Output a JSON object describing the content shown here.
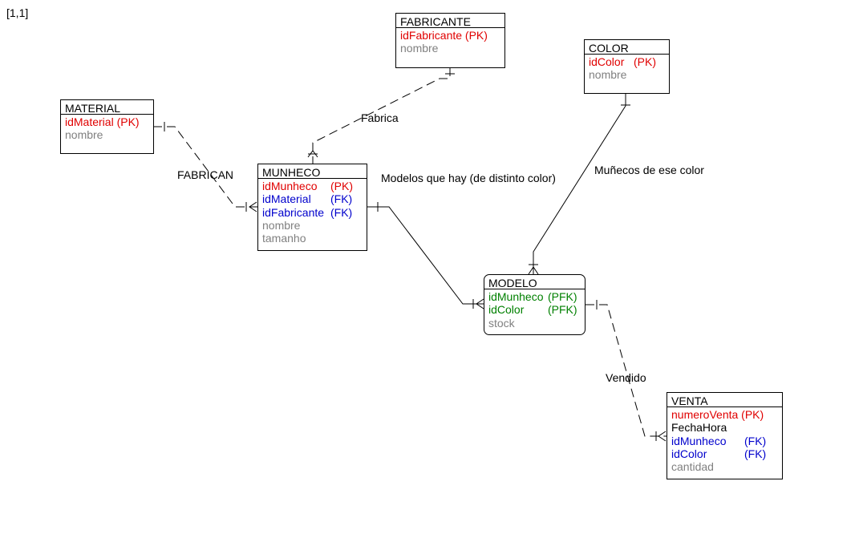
{
  "corner_label": "[1,1]",
  "colors": {
    "pk": "#e00000",
    "fk": "#0000cc",
    "pfk": "#008000",
    "plain": "#000000",
    "muted": "#808080",
    "line": "#000000"
  },
  "entities": {
    "fabricante": {
      "title": "FABRICANTE",
      "attributes": [
        {
          "name": "idFabricante (PK)",
          "key": "",
          "type": "pk"
        },
        {
          "name": "nombre",
          "key": "",
          "type": "muted"
        }
      ]
    },
    "color": {
      "title": "COLOR",
      "attributes": [
        {
          "name": "idColor",
          "key": "(PK)",
          "type": "pk"
        },
        {
          "name": "nombre",
          "key": "",
          "type": "muted"
        }
      ]
    },
    "material": {
      "title": "MATERIAL",
      "attributes": [
        {
          "name": "idMaterial (PK)",
          "key": "",
          "type": "pk"
        },
        {
          "name": "nombre",
          "key": "",
          "type": "muted"
        }
      ]
    },
    "munheco": {
      "title": "MUNHECO",
      "attributes": [
        {
          "name": "idMunheco",
          "key": "(PK)",
          "type": "pk"
        },
        {
          "name": "idMaterial",
          "key": "(FK)",
          "type": "fk"
        },
        {
          "name": "idFabricante",
          "key": "(FK)",
          "type": "fk"
        },
        {
          "name": "nombre",
          "key": "",
          "type": "muted"
        },
        {
          "name": "tamanho",
          "key": "",
          "type": "muted"
        }
      ]
    },
    "modelo": {
      "title": "MODELO",
      "attributes": [
        {
          "name": "idMunheco",
          "key": "(PFK)",
          "type": "pfk"
        },
        {
          "name": "idColor",
          "key": "(PFK)",
          "type": "pfk"
        },
        {
          "name": "stock",
          "key": "",
          "type": "muted"
        }
      ]
    },
    "venta": {
      "title": "VENTA",
      "attributes": [
        {
          "name": "numeroVenta (PK)",
          "key": "",
          "type": "pk"
        },
        {
          "name": "FechaHora",
          "key": "",
          "type": "plain"
        },
        {
          "name": "idMunheco",
          "key": "(FK)",
          "type": "fk"
        },
        {
          "name": "idColor",
          "key": "(FK)",
          "type": "fk"
        },
        {
          "name": "cantidad",
          "key": "",
          "type": "muted"
        }
      ]
    }
  },
  "relationships": {
    "fabrica": {
      "label": "Fabrica",
      "style": "dashed"
    },
    "fabrican": {
      "label": "FABRICAN",
      "style": "dashed"
    },
    "modelos": {
      "label": "Modelos que hay (de distinto color)",
      "style": "solid"
    },
    "munecos_color": {
      "label": "Muñecos de ese color",
      "style": "solid"
    },
    "vendido": {
      "label": "Vendido",
      "style": "dashed"
    }
  }
}
